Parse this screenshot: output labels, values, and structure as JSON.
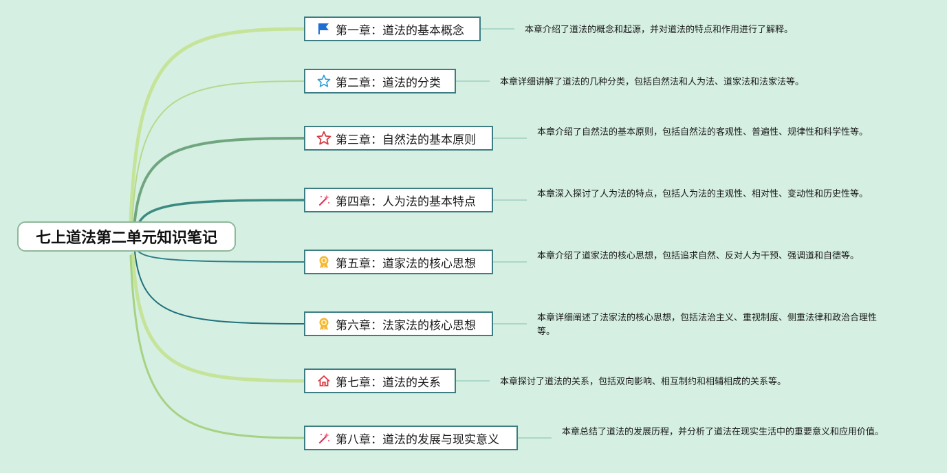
{
  "root": {
    "title": "七上道法第二单元知识笔记"
  },
  "chapters": [
    {
      "title": "第一章：道法的基本概念",
      "icon": "blue-flag-icon",
      "desc": "本章介绍了道法的概念和起源，并对道法的特点和作用进行了解释。"
    },
    {
      "title": "第二章：道法的分类",
      "icon": "blue-star-outline-icon",
      "desc": "本章详细讲解了道法的几种分类，包括自然法和人为法、道家法和法家法等。"
    },
    {
      "title": "第三章：自然法的基本原则",
      "icon": "red-star-outline-icon",
      "desc": "本章介绍了自然法的基本原则，包括自然法的客观性、普遍性、规律性和科学性等。"
    },
    {
      "title": "第四章：人为法的基本特点",
      "icon": "magic-wand-icon",
      "desc": "本章深入探讨了人为法的特点，包括人为法的主观性、相对性、变动性和历史性等。"
    },
    {
      "title": "第五章：道家法的核心思想",
      "icon": "award-ribbon-icon",
      "desc": "本章介绍了道家法的核心思想，包括追求自然、反对人为干预、强调道和自德等。"
    },
    {
      "title": "第六章：法家法的核心思想",
      "icon": "award-ribbon-icon",
      "desc": "本章详细阐述了法家法的核心思想，包括法治主义、重视制度、侧重法律和政治合理性等。"
    },
    {
      "title": "第七章：道法的关系",
      "icon": "home-icon",
      "desc": "本章探讨了道法的关系，包括双向影响、相互制约和相辅相成的关系等。"
    },
    {
      "title": "第八章：道法的发展与现实意义",
      "icon": "magic-wand-icon",
      "desc": "本章总结了道法的发展历程，并分析了道法在现实生活中的重要意义和应用价值。"
    }
  ],
  "colors": {
    "background": "#d5efe2",
    "node_border": "#3b7d83",
    "branch_colors": [
      "#c5e49a",
      "#b6d98e",
      "#6fa67f",
      "#3a8a82",
      "#2e7f86",
      "#1f6f7a",
      "#c5e49a",
      "#a7d283"
    ],
    "desc_line": "#9fcfc0"
  }
}
